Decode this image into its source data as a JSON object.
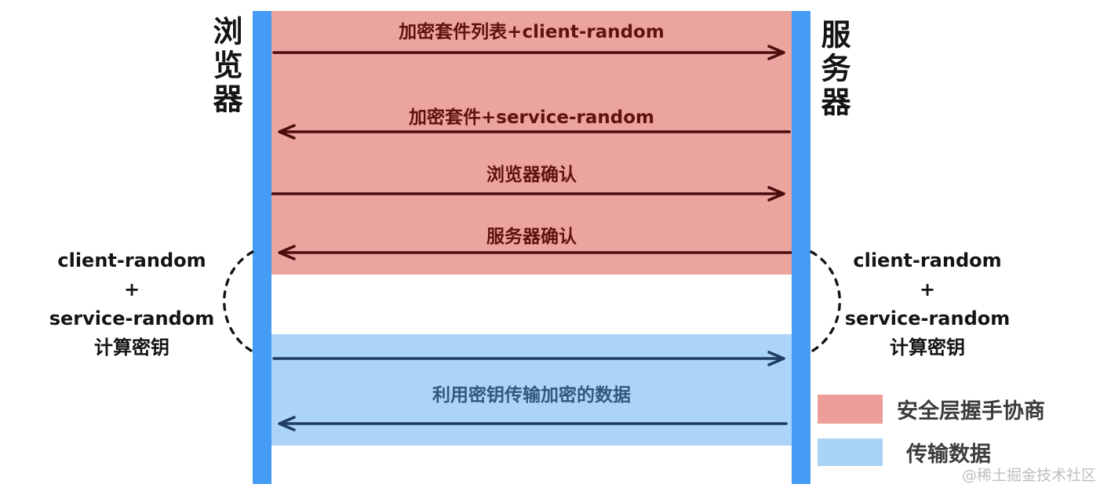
{
  "actors": {
    "browser": "浏览器",
    "server": "服务器"
  },
  "messages": [
    {
      "label": "加密套件列表+client-random",
      "direction": "right",
      "phase": "handshake"
    },
    {
      "label": "加密套件+service-random",
      "direction": "left",
      "phase": "handshake"
    },
    {
      "label": "浏览器确认",
      "direction": "right",
      "phase": "handshake"
    },
    {
      "label": "服务器确认",
      "direction": "left",
      "phase": "handshake"
    },
    {
      "label": "",
      "direction": "right",
      "phase": "transfer"
    },
    {
      "label": "利用密钥传输加密的数据",
      "direction": "left",
      "phase": "transfer"
    }
  ],
  "key_note": {
    "line1": "client-random",
    "line2": "+",
    "line3": "service-random",
    "line4": "计算密钥"
  },
  "legend": [
    {
      "label": "安全层握手协商",
      "color": "#EC9F98"
    },
    {
      "label": "传输数据",
      "color": "#A9D3F6"
    }
  ],
  "watermark": "@稀土掘金技术社区",
  "colors": {
    "lifeline-blue": "#459CF4",
    "handshake-pink": "#ECA49E",
    "transfer-blue": "#ABD4F8",
    "handshake-arrow": "#4C0D0D",
    "handshake-text": "#5E130F",
    "transfer-arrow": "#1E3D60",
    "transfer-text": "#33587E",
    "legend-pink": "#EC9F98",
    "legend-blue": "#A9D3F6",
    "note-text": "#141414",
    "legend-text": "#3C3C3C",
    "watermark-gray": "#BEBEBE"
  }
}
